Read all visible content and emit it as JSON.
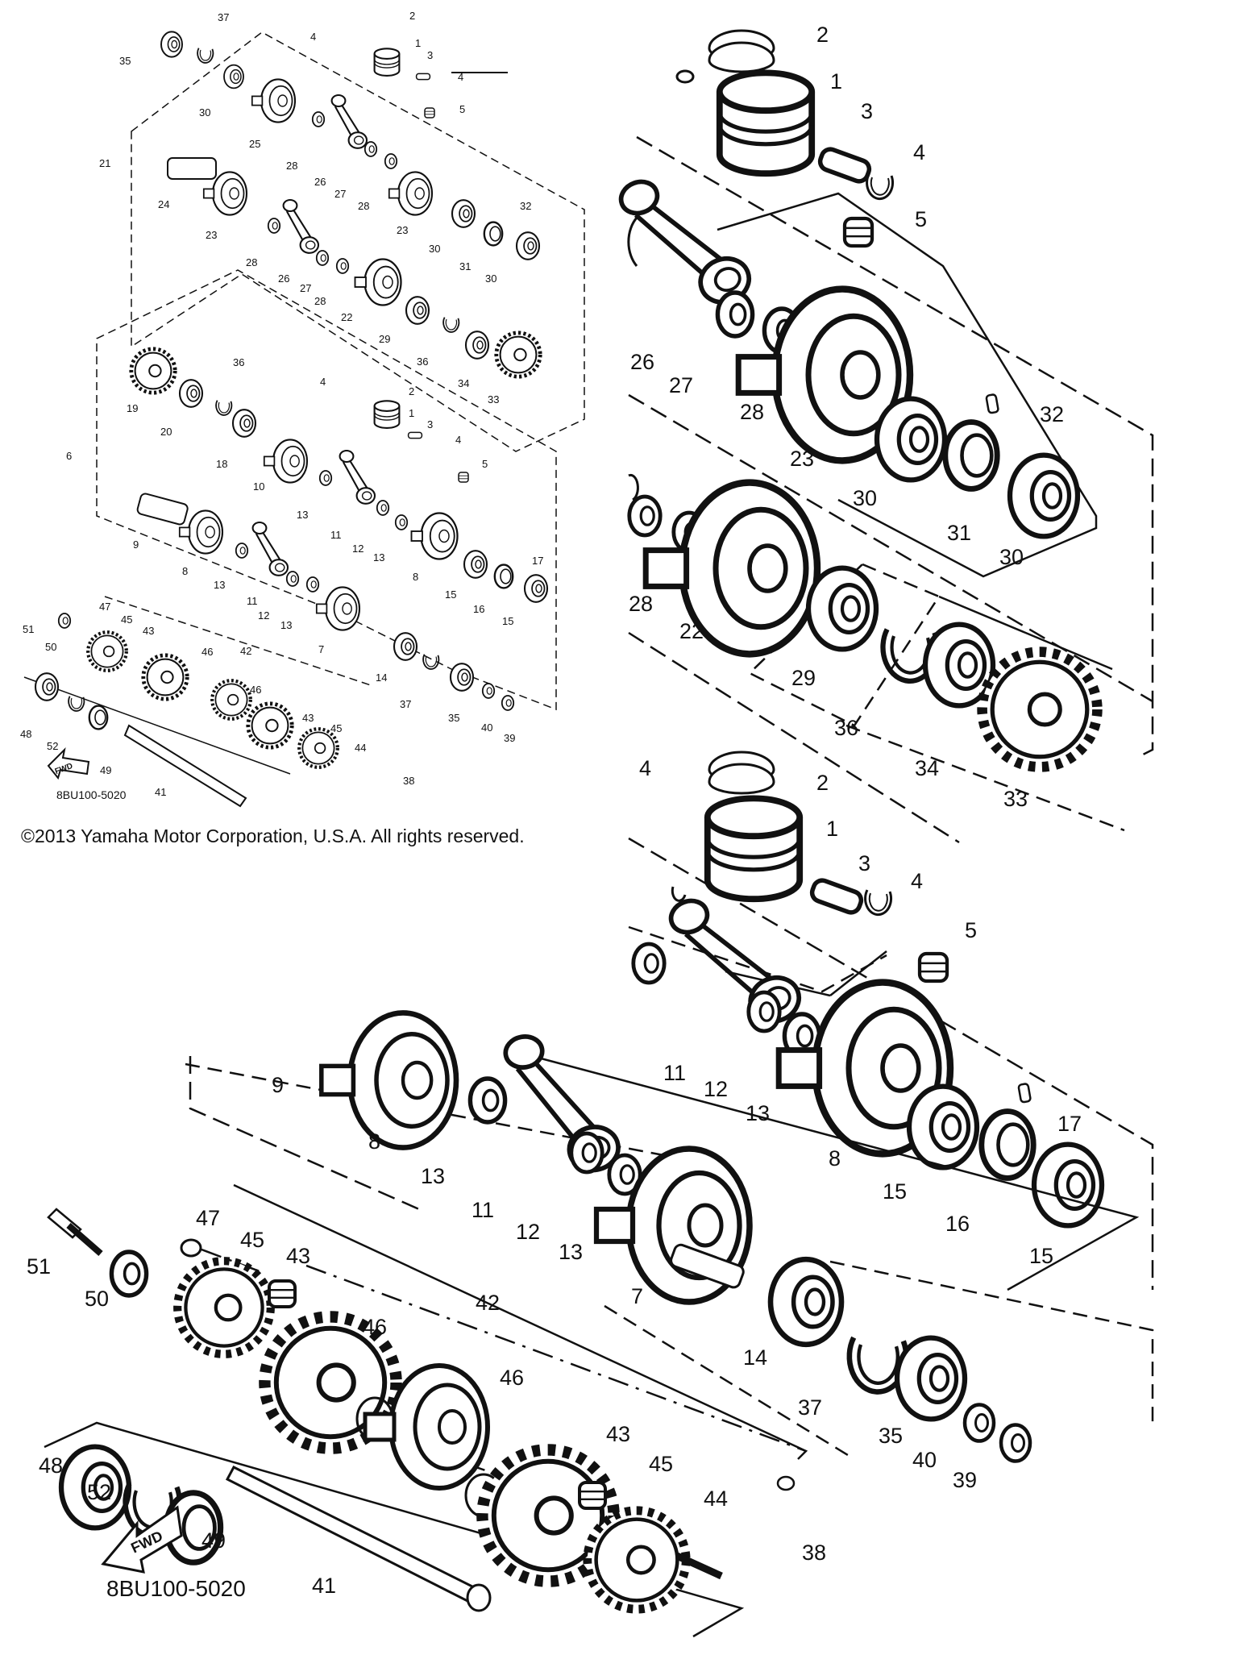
{
  "copyright": "©2013 Yamaha Motor Corporation, U.S.A. All rights reserved.",
  "diagram_code": "8BU100-5020",
  "fwd_label": "FWD",
  "overview_labels": {
    "l35": "35",
    "l37": "37",
    "l2": "2",
    "l4a": "4",
    "l1": "1",
    "l3": "3",
    "l4b": "4",
    "l5": "5",
    "l30a": "30",
    "l25": "25",
    "l28a": "28",
    "l26a": "26",
    "l27a": "27",
    "l28b": "28",
    "l21": "21",
    "l24": "24",
    "l23a": "23",
    "l23b": "23",
    "l30b": "30",
    "l32": "32",
    "l31": "31",
    "l30c": "30",
    "l28c": "28",
    "l26b": "26",
    "l27b": "27",
    "l28d": "28",
    "l22": "22",
    "l29": "29",
    "l36a": "36",
    "l34": "34",
    "l33": "33",
    "l19": "19",
    "l36b": "36",
    "l20": "20",
    "l4c": "4",
    "l2b": "2",
    "l1b": "1",
    "l18": "18",
    "l3b": "3",
    "l4d": "4",
    "l6": "6",
    "l10": "10",
    "l5b": "5",
    "l13a": "13",
    "l11a": "11",
    "l12a": "12",
    "l13b": "13",
    "l9": "9",
    "l8a": "8",
    "l13c": "13",
    "l11b": "11",
    "l17": "17",
    "l8b": "8",
    "l15a": "15",
    "l16": "16",
    "l15b": "15",
    "l12b": "12",
    "l13d": "13",
    "l51": "51",
    "l47": "47",
    "l45a": "45",
    "l43a": "43",
    "l46a": "46",
    "l42": "42",
    "l46b": "46",
    "l7": "7",
    "l50": "50",
    "l14": "14",
    "l37b": "37",
    "l35b": "35",
    "l40": "40",
    "l39": "39",
    "l48": "48",
    "l52": "52",
    "l49": "49",
    "l41": "41",
    "l43b": "43",
    "l45b": "45",
    "l44": "44",
    "l38": "38"
  },
  "detail_upper_labels": {
    "d2": "2",
    "d1": "1",
    "d3": "3",
    "d4": "4",
    "d5": "5",
    "d26": "26",
    "d27": "27",
    "d28a": "28",
    "d32": "32",
    "d23": "23",
    "d30a": "30",
    "d31": "31",
    "d30b": "30",
    "d28b": "28",
    "d22": "22",
    "d29": "29",
    "d36": "36",
    "d34": "34",
    "d33": "33"
  },
  "detail_middle_labels": {
    "m4a": "4",
    "m2": "2",
    "m1": "1",
    "m3": "3",
    "m4b": "4",
    "m5": "5",
    "m11": "11",
    "m12": "12",
    "m13": "13",
    "m17": "17",
    "m8": "8",
    "m15a": "15",
    "m16": "16",
    "m15b": "15"
  },
  "detail_lower_labels": {
    "n9": "9",
    "n8": "8",
    "n13a": "13",
    "n11": "11",
    "n12": "12",
    "n13b": "13",
    "n7": "7",
    "n51": "51",
    "n47": "47",
    "n45a": "45",
    "n43a": "43",
    "n50": "50",
    "n46a": "46",
    "n42": "42",
    "n46b": "46",
    "n43b": "43",
    "n45b": "45",
    "n44": "44",
    "n38": "38",
    "n14": "14",
    "n37": "37",
    "n35": "35",
    "n40": "40",
    "n39": "39",
    "n48": "48",
    "n52": "52",
    "n49": "49",
    "n41": "41"
  },
  "colors": {
    "line": "#111111",
    "background": "#ffffff"
  },
  "icons": [
    "fwd-arrow-icon"
  ]
}
